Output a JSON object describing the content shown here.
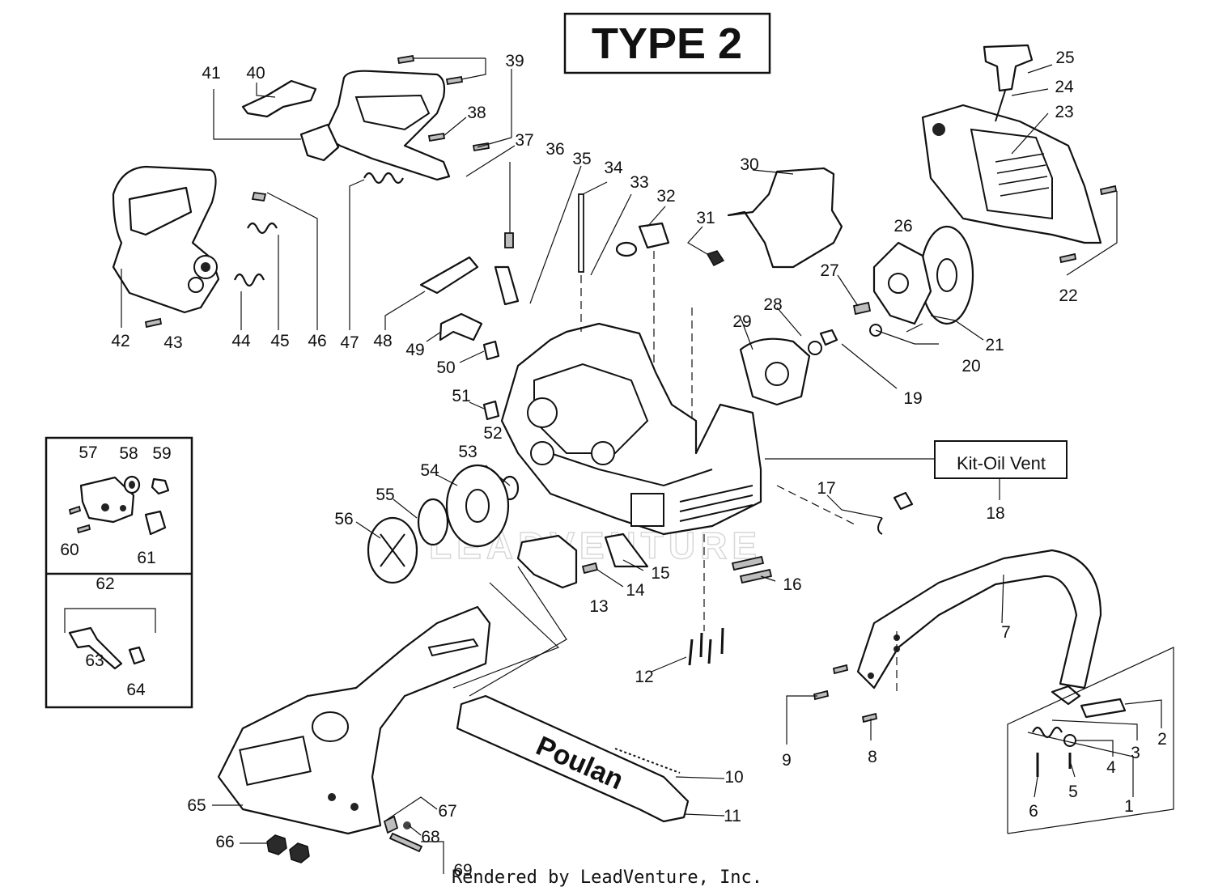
{
  "title": "TYPE 2",
  "kit_label": "Kit-Oil Vent",
  "bar_brand": "Poulan",
  "footer": "Rendered by LeadVenture, Inc.",
  "watermark": "LEADVENTURE",
  "part_numbers": [
    "1",
    "2",
    "3",
    "4",
    "5",
    "6",
    "7",
    "8",
    "9",
    "10",
    "11",
    "12",
    "13",
    "14",
    "15",
    "16",
    "17",
    "18",
    "19",
    "20",
    "21",
    "22",
    "23",
    "24",
    "25",
    "26",
    "27",
    "28",
    "29",
    "30",
    "31",
    "32",
    "33",
    "34",
    "35",
    "36",
    "37",
    "38",
    "39",
    "40",
    "41",
    "42",
    "43",
    "44",
    "45",
    "46",
    "47",
    "48",
    "49",
    "50",
    "51",
    "52",
    "53",
    "54",
    "55",
    "56",
    "57",
    "58",
    "59",
    "60",
    "61",
    "62",
    "63",
    "64",
    "65",
    "66",
    "67",
    "68",
    "69"
  ]
}
